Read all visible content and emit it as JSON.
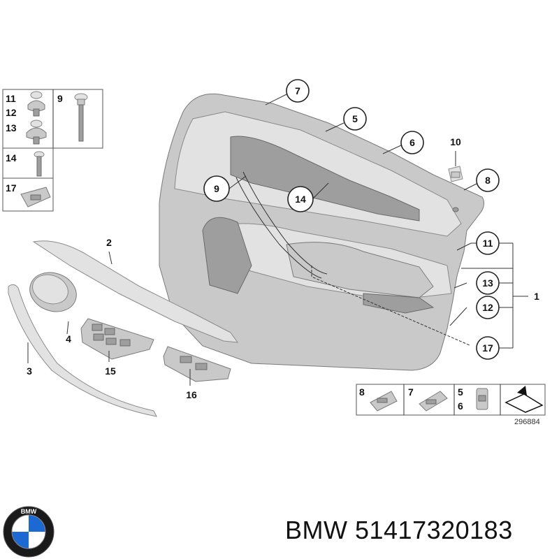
{
  "diagram": {
    "callouts": {
      "c1": "1",
      "c2": "2",
      "c3": "3",
      "c4": "4",
      "c5": "5",
      "c6": "6",
      "c7": "7",
      "c8": "8",
      "c9": "9",
      "c10": "10",
      "c11": "11",
      "c12": "12",
      "c13": "13",
      "c14": "14",
      "c15": "15",
      "c16": "16",
      "c17": "17"
    },
    "fastener_table": {
      "r1": "11",
      "r1b": "12",
      "r1c": "9",
      "r2": "13",
      "r3": "14",
      "r4": "17"
    },
    "legend_table": {
      "a": "8",
      "b": "7",
      "c": "5",
      "d": "6"
    },
    "reference_number": "296884"
  },
  "footer": {
    "brand_logo": "BMW",
    "part_label": "BMW 51417320183"
  }
}
